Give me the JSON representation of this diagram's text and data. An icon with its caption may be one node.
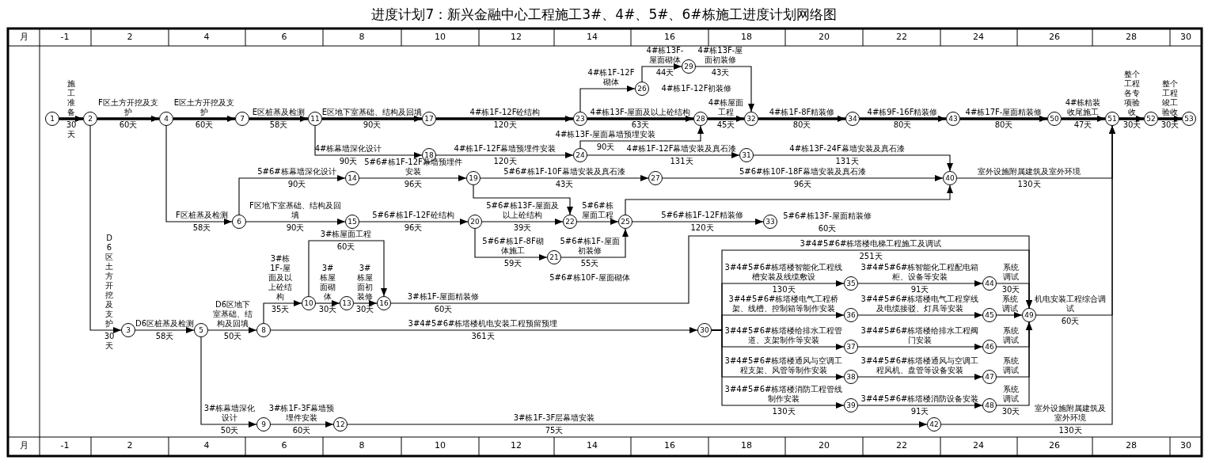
{
  "diagram": {
    "title": "进度计划7：新兴金融中心工程施工3#、4#、5#、6#栋施工进度计划网络图",
    "nodes": [
      {
        "text": [
          "1"
        ]
      },
      {
        "text": [
          "2"
        ]
      },
      {
        "text": [
          "3"
        ]
      },
      {
        "text": [
          "4"
        ]
      },
      {
        "text": [
          "5"
        ]
      },
      {
        "text": [
          "6"
        ]
      },
      {
        "text": [
          "7"
        ]
      },
      {
        "text": [
          "8"
        ]
      },
      {
        "text": [
          "9"
        ]
      },
      {
        "text": [
          "10"
        ]
      },
      {
        "text": [
          "11"
        ]
      },
      {
        "text": [
          "12"
        ]
      },
      {
        "text": [
          "13"
        ]
      },
      {
        "text": [
          "14"
        ]
      },
      {
        "text": [
          "15"
        ]
      },
      {
        "text": [
          "16"
        ]
      },
      {
        "text": [
          "17"
        ]
      },
      {
        "text": [
          "18"
        ]
      },
      {
        "text": [
          "19"
        ]
      },
      {
        "text": [
          "20"
        ]
      },
      {
        "text": [
          "21"
        ]
      },
      {
        "text": [
          "22"
        ]
      },
      {
        "text": [
          "23"
        ]
      },
      {
        "text": [
          "24"
        ]
      },
      {
        "text": [
          "25"
        ]
      },
      {
        "text": [
          "26"
        ]
      },
      {
        "text": [
          "27"
        ]
      },
      {
        "text": [
          "28"
        ]
      },
      {
        "text": [
          "29"
        ]
      },
      {
        "text": [
          "30"
        ]
      },
      {
        "text": [
          "31"
        ]
      },
      {
        "text": [
          "32"
        ]
      },
      {
        "text": [
          "33"
        ]
      },
      {
        "text": [
          "34"
        ]
      },
      {
        "text": [
          "35"
        ]
      },
      {
        "text": [
          "36"
        ]
      },
      {
        "text": [
          "37"
        ]
      },
      {
        "text": [
          "38"
        ]
      },
      {
        "text": [
          "39"
        ]
      },
      {
        "text": [
          "40"
        ]
      },
      {
        "text": [
          "42"
        ]
      },
      {
        "text": [
          "43"
        ]
      },
      {
        "text": [
          "44"
        ]
      },
      {
        "text": [
          "45"
        ]
      },
      {
        "text": [
          "46"
        ]
      },
      {
        "text": [
          "47"
        ]
      },
      {
        "text": [
          "48"
        ]
      },
      {
        "text": [
          "49"
        ]
      },
      {
        "text": [
          "50"
        ]
      },
      {
        "text": [
          "51"
        ]
      },
      {
        "text": [
          "52"
        ]
      },
      {
        "text": [
          "53"
        ]
      }
    ],
    "edges": [
      {
        "from": 0,
        "to": 1,
        "arrow": "to",
        "label": "施工准备 30天",
        "style": "thick"
      },
      {
        "from": 1,
        "to": 3,
        "arrow": "to",
        "label": "F区土方开挖及支护 60天",
        "style": "thick"
      },
      {
        "from": 3,
        "to": 6,
        "arrow": "to",
        "label": "E区土方开挖及支护 60天",
        "style": "thick"
      },
      {
        "from": 6,
        "to": 10,
        "arrow": "to",
        "label": "E区桩基及检测 58天",
        "style": "thick"
      },
      {
        "from": 10,
        "to": 16,
        "arrow": "to",
        "label": "E区地下室基础、结构及回填 90天",
        "style": "thick"
      },
      {
        "from": 16,
        "to": 22,
        "arrow": "to",
        "label": "4#栋1F-12F砼结构 120天",
        "style": "thick"
      },
      {
        "from": 22,
        "to": 25,
        "arrow": "to",
        "label": "4#栋1F-12F砌体"
      },
      {
        "from": 25,
        "to": 28,
        "arrow": "to",
        "label": "4#栋13F-屋面砌体 44天"
      },
      {
        "from": 28,
        "to": 31,
        "arrow": "to",
        "label": "4#栋13F-屋面初装修 43天"
      },
      {
        "from": 22,
        "to": 27,
        "arrow": "to",
        "label": "4#栋13F-屋面及以上砼结构 63天",
        "style": "thick"
      },
      {
        "from": 27,
        "to": 31,
        "arrow": "to",
        "label": "4#栋屋面工程 45天",
        "style": "thick"
      },
      {
        "from": 31,
        "to": 33,
        "arrow": "to",
        "label": "4#栋1F-8F精装修 80天",
        "style": "thick"
      },
      {
        "from": 33,
        "to": 41,
        "arrow": "to",
        "label": "4#栋9F-16F精装修 80天",
        "style": "thick"
      },
      {
        "from": 41,
        "to": 48,
        "arrow": "to",
        "label": "4#栋17F-屋面精装修 80天",
        "style": "thick"
      },
      {
        "from": 48,
        "to": 49,
        "arrow": "to",
        "label": "4#栋精装收尾施工 47天",
        "style": "thick"
      },
      {
        "from": 49,
        "to": 50,
        "arrow": "to",
        "label": "整个工程各专项验收 30天",
        "style": "thick"
      },
      {
        "from": 50,
        "to": 51,
        "arrow": "to",
        "label": "整个工程竣工验收 30天",
        "style": "thick"
      },
      {
        "from": 10,
        "to": 17,
        "arrow": "to",
        "label": "4#栋幕墙深化设计 90天"
      },
      {
        "from": 17,
        "to": 23,
        "arrow": "to",
        "label": "4#栋1F-12F幕墙预埋件安装 120天"
      },
      {
        "from": 23,
        "to": 27,
        "arrow": "to",
        "label": "4#栋13F-屋面幕墙预埋安装 90天"
      },
      {
        "from": 23,
        "to": 30,
        "arrow": "to",
        "label": "4#栋1F-12F幕墙安装及真石漆 131天"
      },
      {
        "from": 30,
        "to": 39,
        "arrow": "to",
        "label": "4#栋13F-24F幕墙安装及真石漆 131天"
      },
      {
        "from": 3,
        "to": 5,
        "arrow": "to",
        "label": "F区桩基及检测 58天"
      },
      {
        "from": 5,
        "to": 13,
        "arrow": "to",
        "label": "5#6#栋幕墙深化设计 90天"
      },
      {
        "from": 13,
        "to": 18,
        "arrow": "to",
        "label": "5#6#栋1F-12F幕墙预埋件安装 96天"
      },
      {
        "from": 18,
        "to": 26,
        "arrow": "to",
        "label": "5#6#栋1F-10F幕墙安装及真石漆 43天"
      },
      {
        "from": 26,
        "to": 39,
        "arrow": "to",
        "label": "5#6#栋10F-18F幕墙安装及真石漆 96天"
      },
      {
        "from": 18,
        "to": 21,
        "arrow": "to"
      },
      {
        "from": 24,
        "to": 39,
        "arrow": "to"
      },
      {
        "from": 5,
        "to": 14,
        "arrow": "to",
        "label": "F区地下室基础、结构及回填 90天"
      },
      {
        "from": 14,
        "to": 19,
        "arrow": "to",
        "label": "5#6#栋1F-12F砼结构 96天"
      },
      {
        "from": 19,
        "to": 21,
        "arrow": "to",
        "label": "5#6#栋13F-屋面及以上砼结构 39天"
      },
      {
        "from": 19,
        "to": 20,
        "arrow": "to",
        "label": "5#6#栋1F-8F砌体施工 59天"
      },
      {
        "from": 21,
        "to": 24,
        "arrow": "to",
        "label": "5#6#栋屋面工程"
      },
      {
        "from": 20,
        "to": 24,
        "arrow": "to",
        "label": "5#6#栋1F-屋面初装修 55天"
      },
      {
        "from": 24,
        "to": 32,
        "arrow": "to",
        "label": "5#6#栋1F-12F精装修 120天"
      },
      {
        "from": 39,
        "to": 49,
        "arrow": "to",
        "label": "室外设施附属建筑及室外环境 130天"
      },
      {
        "from": 1,
        "to": 2,
        "arrow": "to",
        "label": "D6区土方开挖及支护 30天"
      },
      {
        "from": 2,
        "to": 4,
        "arrow": "to",
        "label": "D6区桩基及检测 58天"
      },
      {
        "from": 4,
        "to": 7,
        "arrow": "to",
        "label": "D6区地下室基础、结构及回填 50天"
      },
      {
        "from": 7,
        "to": 9,
        "arrow": "to",
        "label": "3#栋1F-屋面及以上砼结构 35天"
      },
      {
        "from": 9,
        "to": 12,
        "arrow": "to",
        "label": "3#栋屋面砌体 30天"
      },
      {
        "from": 12,
        "to": 15,
        "arrow": "to",
        "label": "3#栋屋面初装修 30天"
      },
      {
        "from": 9,
        "to": 15,
        "arrow": "to",
        "label": "3#栋屋面工程 60天"
      },
      {
        "from": 15,
        "to": 47,
        "arrow": "to",
        "label": "3#栋1F-屋面精装修 60天"
      },
      {
        "from": 7,
        "to": 29,
        "arrow": "to",
        "label": "3#4#5#6#栋塔楼机电安装工程预留预埋 361天"
      },
      {
        "from": 29,
        "to": 47,
        "arrow": "to",
        "label": "3#4#5#6#栋塔楼电梯工程施工及调试 251天"
      },
      {
        "from": 29,
        "to": 34,
        "arrow": "to",
        "label": "3#4#5#6#栋塔楼智能化工程线槽安装及线缆敷设 130天"
      },
      {
        "from": 29,
        "to": 35,
        "arrow": "to",
        "label": "3#4#5#6#栋塔楼电气工程桥架、线槽、控制箱等制作安装"
      },
      {
        "from": 29,
        "to": 36,
        "arrow": "to",
        "label": "3#4#5#6#栋塔楼给排水工程管道、支架制作等安装"
      },
      {
        "from": 29,
        "to": 37,
        "arrow": "to",
        "label": "3#4#5#6#栋塔楼通风与空调工程支架、风管等制作安装"
      },
      {
        "from": 29,
        "to": 38,
        "arrow": "to",
        "label": "3#4#5#6#栋塔楼消防工程管线制作安装 130天"
      },
      {
        "from": 34,
        "to": 42,
        "arrow": "to",
        "label": "3#4#5#6#栋智能化工程配电箱柜、设备等安装 91天"
      },
      {
        "from": 35,
        "to": 43,
        "arrow": "to",
        "label": "3#4#5#6#栋塔楼电气工程穿线及电缆接驳、灯具等安装"
      },
      {
        "from": 36,
        "to": 44,
        "arrow": "to",
        "label": "3#4#5#6#栋塔楼给排水工程阀门安装"
      },
      {
        "from": 37,
        "to": 45,
        "arrow": "to",
        "label": "3#4#5#6#栋塔楼通风与空调工程风机、盘管等设备安装"
      },
      {
        "from": 38,
        "to": 46,
        "arrow": "to",
        "label": "3#4#5#6#栋塔楼消防设备安装 91天"
      },
      {
        "from": 42,
        "to": 47,
        "arrow": "to",
        "label": "系统调试 30天"
      },
      {
        "from": 43,
        "to": 47,
        "arrow": "to",
        "label": "系统调试"
      },
      {
        "from": 44,
        "to": 47,
        "arrow": "to",
        "label": "系统调试"
      },
      {
        "from": 45,
        "to": 47,
        "arrow": "to",
        "label": "系统调试"
      },
      {
        "from": 46,
        "to": 47,
        "arrow": "to",
        "label": "系统调试 30天"
      },
      {
        "from": 47,
        "to": 49,
        "arrow": "to",
        "label": "机电安装工程综合调试 60天"
      },
      {
        "from": 4,
        "to": 8,
        "arrow": "to",
        "label": "3#栋幕墙深化设计 50天"
      },
      {
        "from": 8,
        "to": 11,
        "arrow": "to",
        "label": "3#栋1F-3F幕墙预埋件安装 60天"
      },
      {
        "from": 11,
        "to": 40,
        "arrow": "to",
        "label": "3#栋1F-3F层幕墙安装 75天"
      },
      {
        "from": 40,
        "to": 49,
        "arrow": "to",
        "label": "室外设施附属建筑及室外环境 130天"
      }
    ],
    "labels": [
      "月",
      "-1",
      "2",
      "4",
      "6",
      "8",
      "10",
      "12",
      "14",
      "16",
      "18",
      "20",
      "22",
      "24",
      "26",
      "28",
      "30",
      "月",
      "-1",
      "2",
      "4",
      "6",
      "8",
      "10",
      "12",
      "14",
      "16",
      "18",
      "20",
      "22",
      "24",
      "26",
      "28",
      "30",
      "4#栋1F-12F初装修",
      "5#6#栋10F-屋面砌体",
      "5#6#栋13F-屋面精装修",
      "60天"
    ]
  }
}
